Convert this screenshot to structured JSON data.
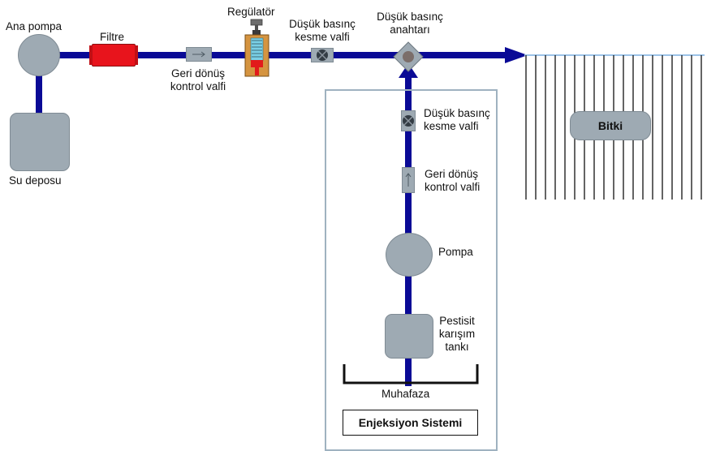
{
  "labels": {
    "main_pump": "Ana pompa",
    "filter": "Filtre",
    "regulator": "Regülatör",
    "low_pressure_cutoff_top": [
      "Düşük basınç",
      "kesme valfi"
    ],
    "low_pressure_switch": [
      "Düşük basınç",
      "anahtarı"
    ],
    "check_valve_top": [
      "Geri dönüş",
      "kontrol valfi"
    ],
    "water_tank": "Su deposu",
    "plant": "Bitki",
    "low_pressure_cutoff_inj": [
      "Düşük basınç",
      "kesme valfi"
    ],
    "check_valve_inj": [
      "Geri dönüş",
      "kontrol valfi"
    ],
    "pump": "Pompa",
    "pesticide_tank": [
      "Pestisit",
      "karışım",
      "tankı"
    ],
    "housing": "Muhafaza",
    "injection_system": "Enjeksiyon Sistemi"
  },
  "colors": {
    "pipe": "#0a0a96",
    "filter": "#e8141c",
    "component_gray": "#9eaab3",
    "frame": "#9fb2c0",
    "crop_line": "#111111"
  },
  "icons": [
    "check-valve-arrow-icon",
    "cutoff-valve-icon",
    "pressure-switch-icon",
    "regulator-icon",
    "flow-arrow-icon"
  ]
}
